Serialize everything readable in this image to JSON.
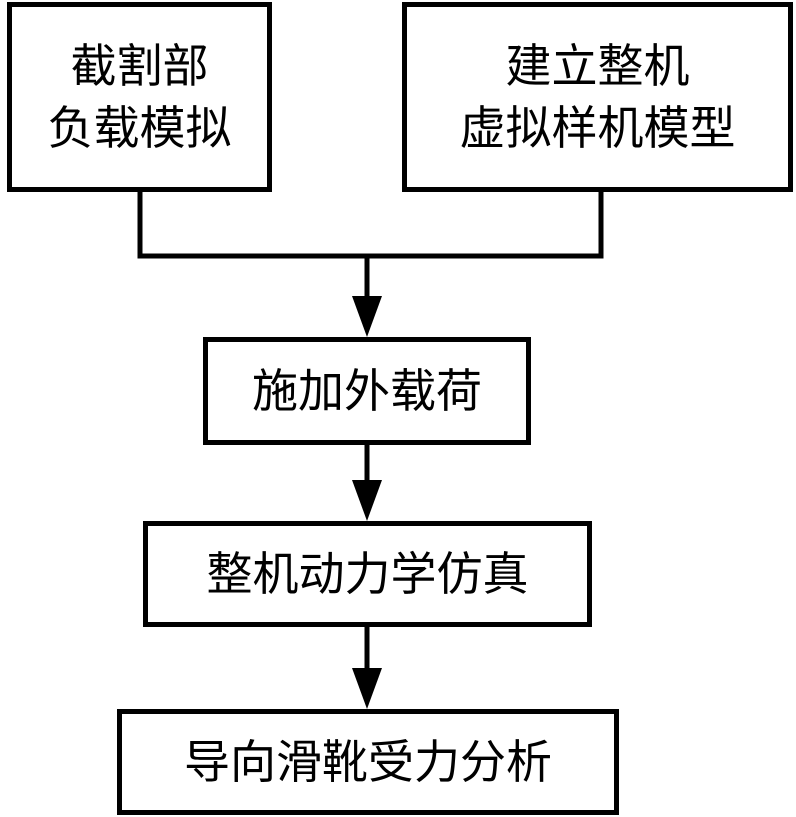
{
  "nodes": {
    "cutting_load": {
      "lines": [
        "截割部",
        "负载模拟"
      ]
    },
    "virtual_prototype": {
      "lines": [
        "建立整机",
        "虚拟样机模型"
      ]
    },
    "apply_load": {
      "lines": [
        "施加外载荷"
      ]
    },
    "dynamics_sim": {
      "lines": [
        "整机动力学仿真"
      ]
    },
    "guide_shoe": {
      "lines": [
        "导向滑靴受力分析"
      ]
    }
  },
  "edges": [
    {
      "from": "cutting_load",
      "to": "apply_load"
    },
    {
      "from": "virtual_prototype",
      "to": "apply_load"
    },
    {
      "from": "apply_load",
      "to": "dynamics_sim"
    },
    {
      "from": "dynamics_sim",
      "to": "guide_shoe"
    }
  ],
  "colors": {
    "stroke": "#000000",
    "fill": "#ffffff"
  }
}
